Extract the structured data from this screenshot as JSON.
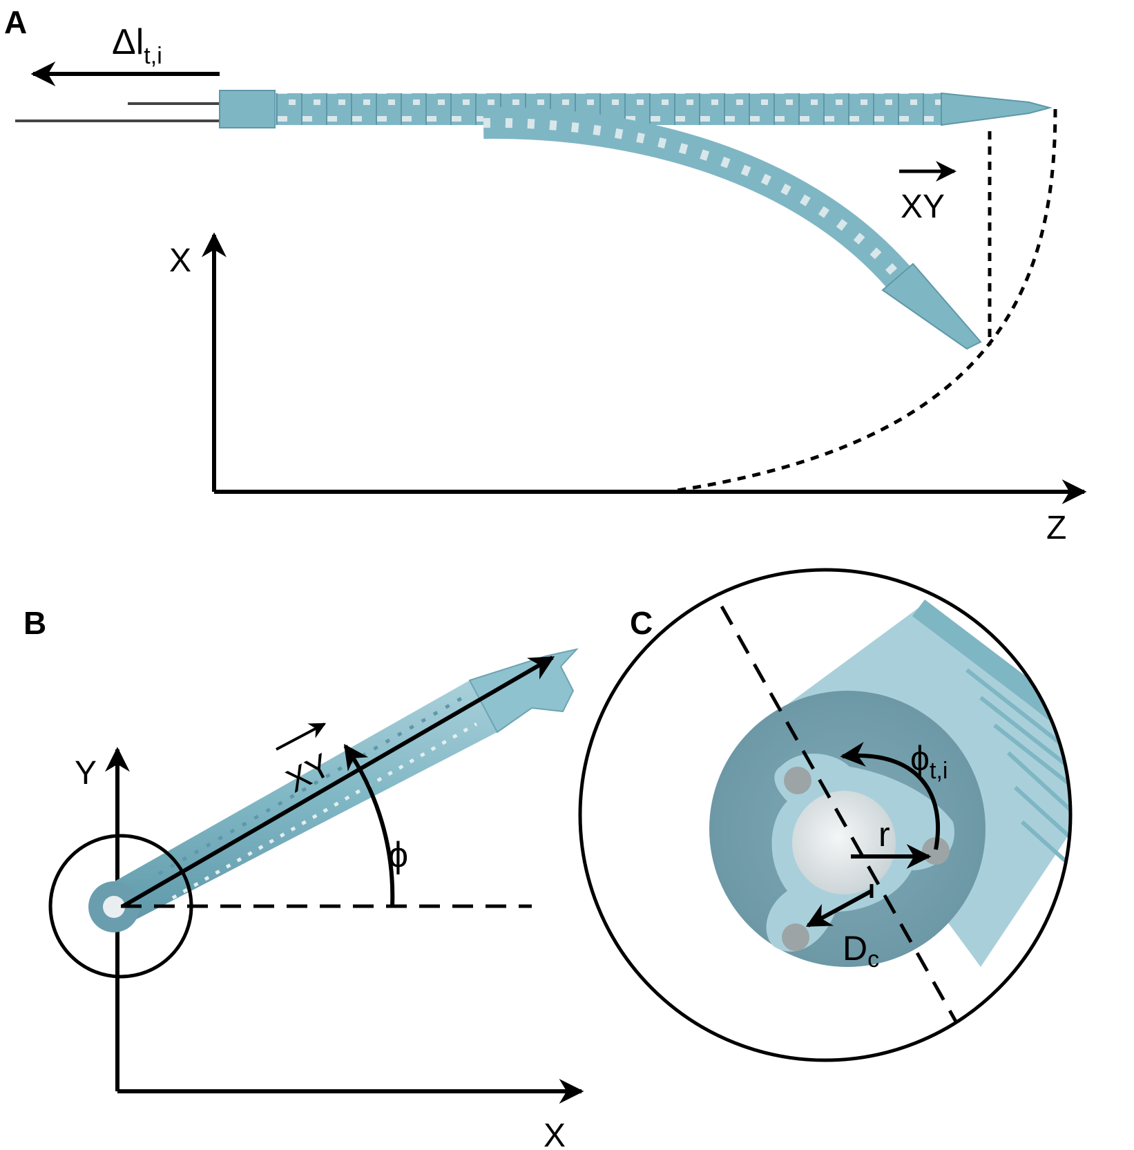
{
  "panels": {
    "a": {
      "label": "A",
      "x_axis": "X",
      "z_axis": "Z",
      "delta_symbol": "Δl",
      "delta_sub": "t,i",
      "vector_label": "XY"
    },
    "b": {
      "label": "B",
      "x_axis": "X",
      "y_axis": "Y",
      "vector_label": "XY",
      "angle_label": "ϕ"
    },
    "c": {
      "label": "C",
      "angle_symbol": "ϕ",
      "angle_sub": "t,i",
      "radius_label": "r",
      "diameter_symbol": "D",
      "diameter_sub": "c"
    }
  },
  "colors": {
    "tube": "#7fb6c4",
    "tube_dark": "#5e98a8",
    "tube_light": "#a9d0da",
    "inner": "#e9eef0",
    "line": "#000000"
  }
}
